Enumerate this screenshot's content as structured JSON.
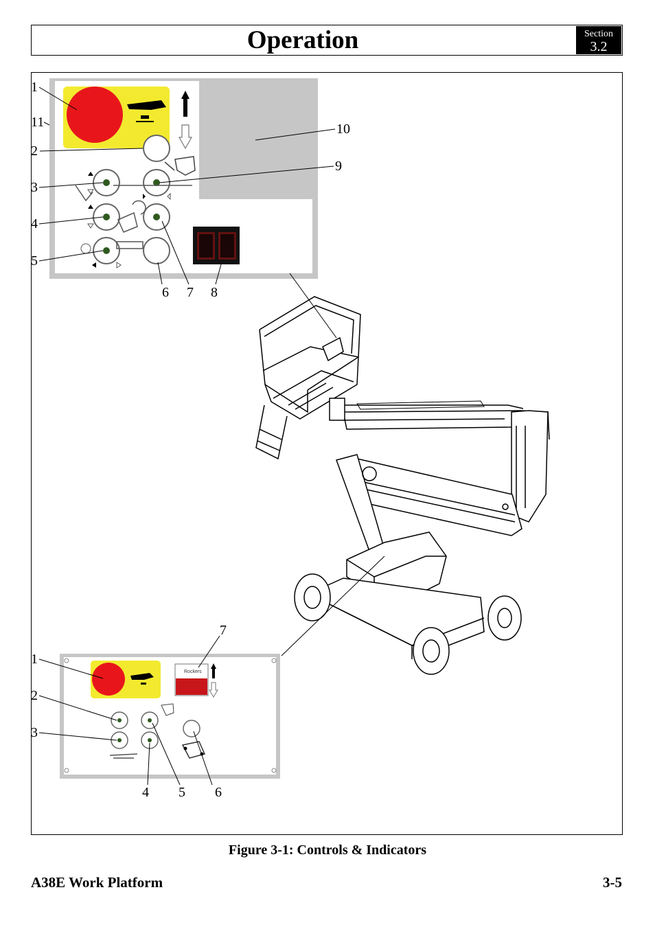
{
  "header": {
    "title": "Operation",
    "section_label": "Section",
    "section_number": "3.2"
  },
  "figure": {
    "caption": "Figure 3-1:  Controls & Indicators",
    "platform_callouts": [
      "1",
      "11",
      "2",
      "3",
      "4",
      "5",
      "10",
      "9",
      "6",
      "7",
      "8"
    ],
    "ground_callouts": [
      "7",
      "1",
      "2",
      "3",
      "4",
      "5",
      "6"
    ],
    "ground_panel_label": "Rockers",
    "colors": {
      "estop_red": "#e8161b",
      "panel_yellow": "#f3ea2f",
      "panel_gray": "#c6c6c6",
      "indicator_green": "#2f5a1f",
      "display_red": "#7a1212"
    }
  },
  "footer": {
    "left": "A38E Work Platform",
    "right": "3-5"
  }
}
